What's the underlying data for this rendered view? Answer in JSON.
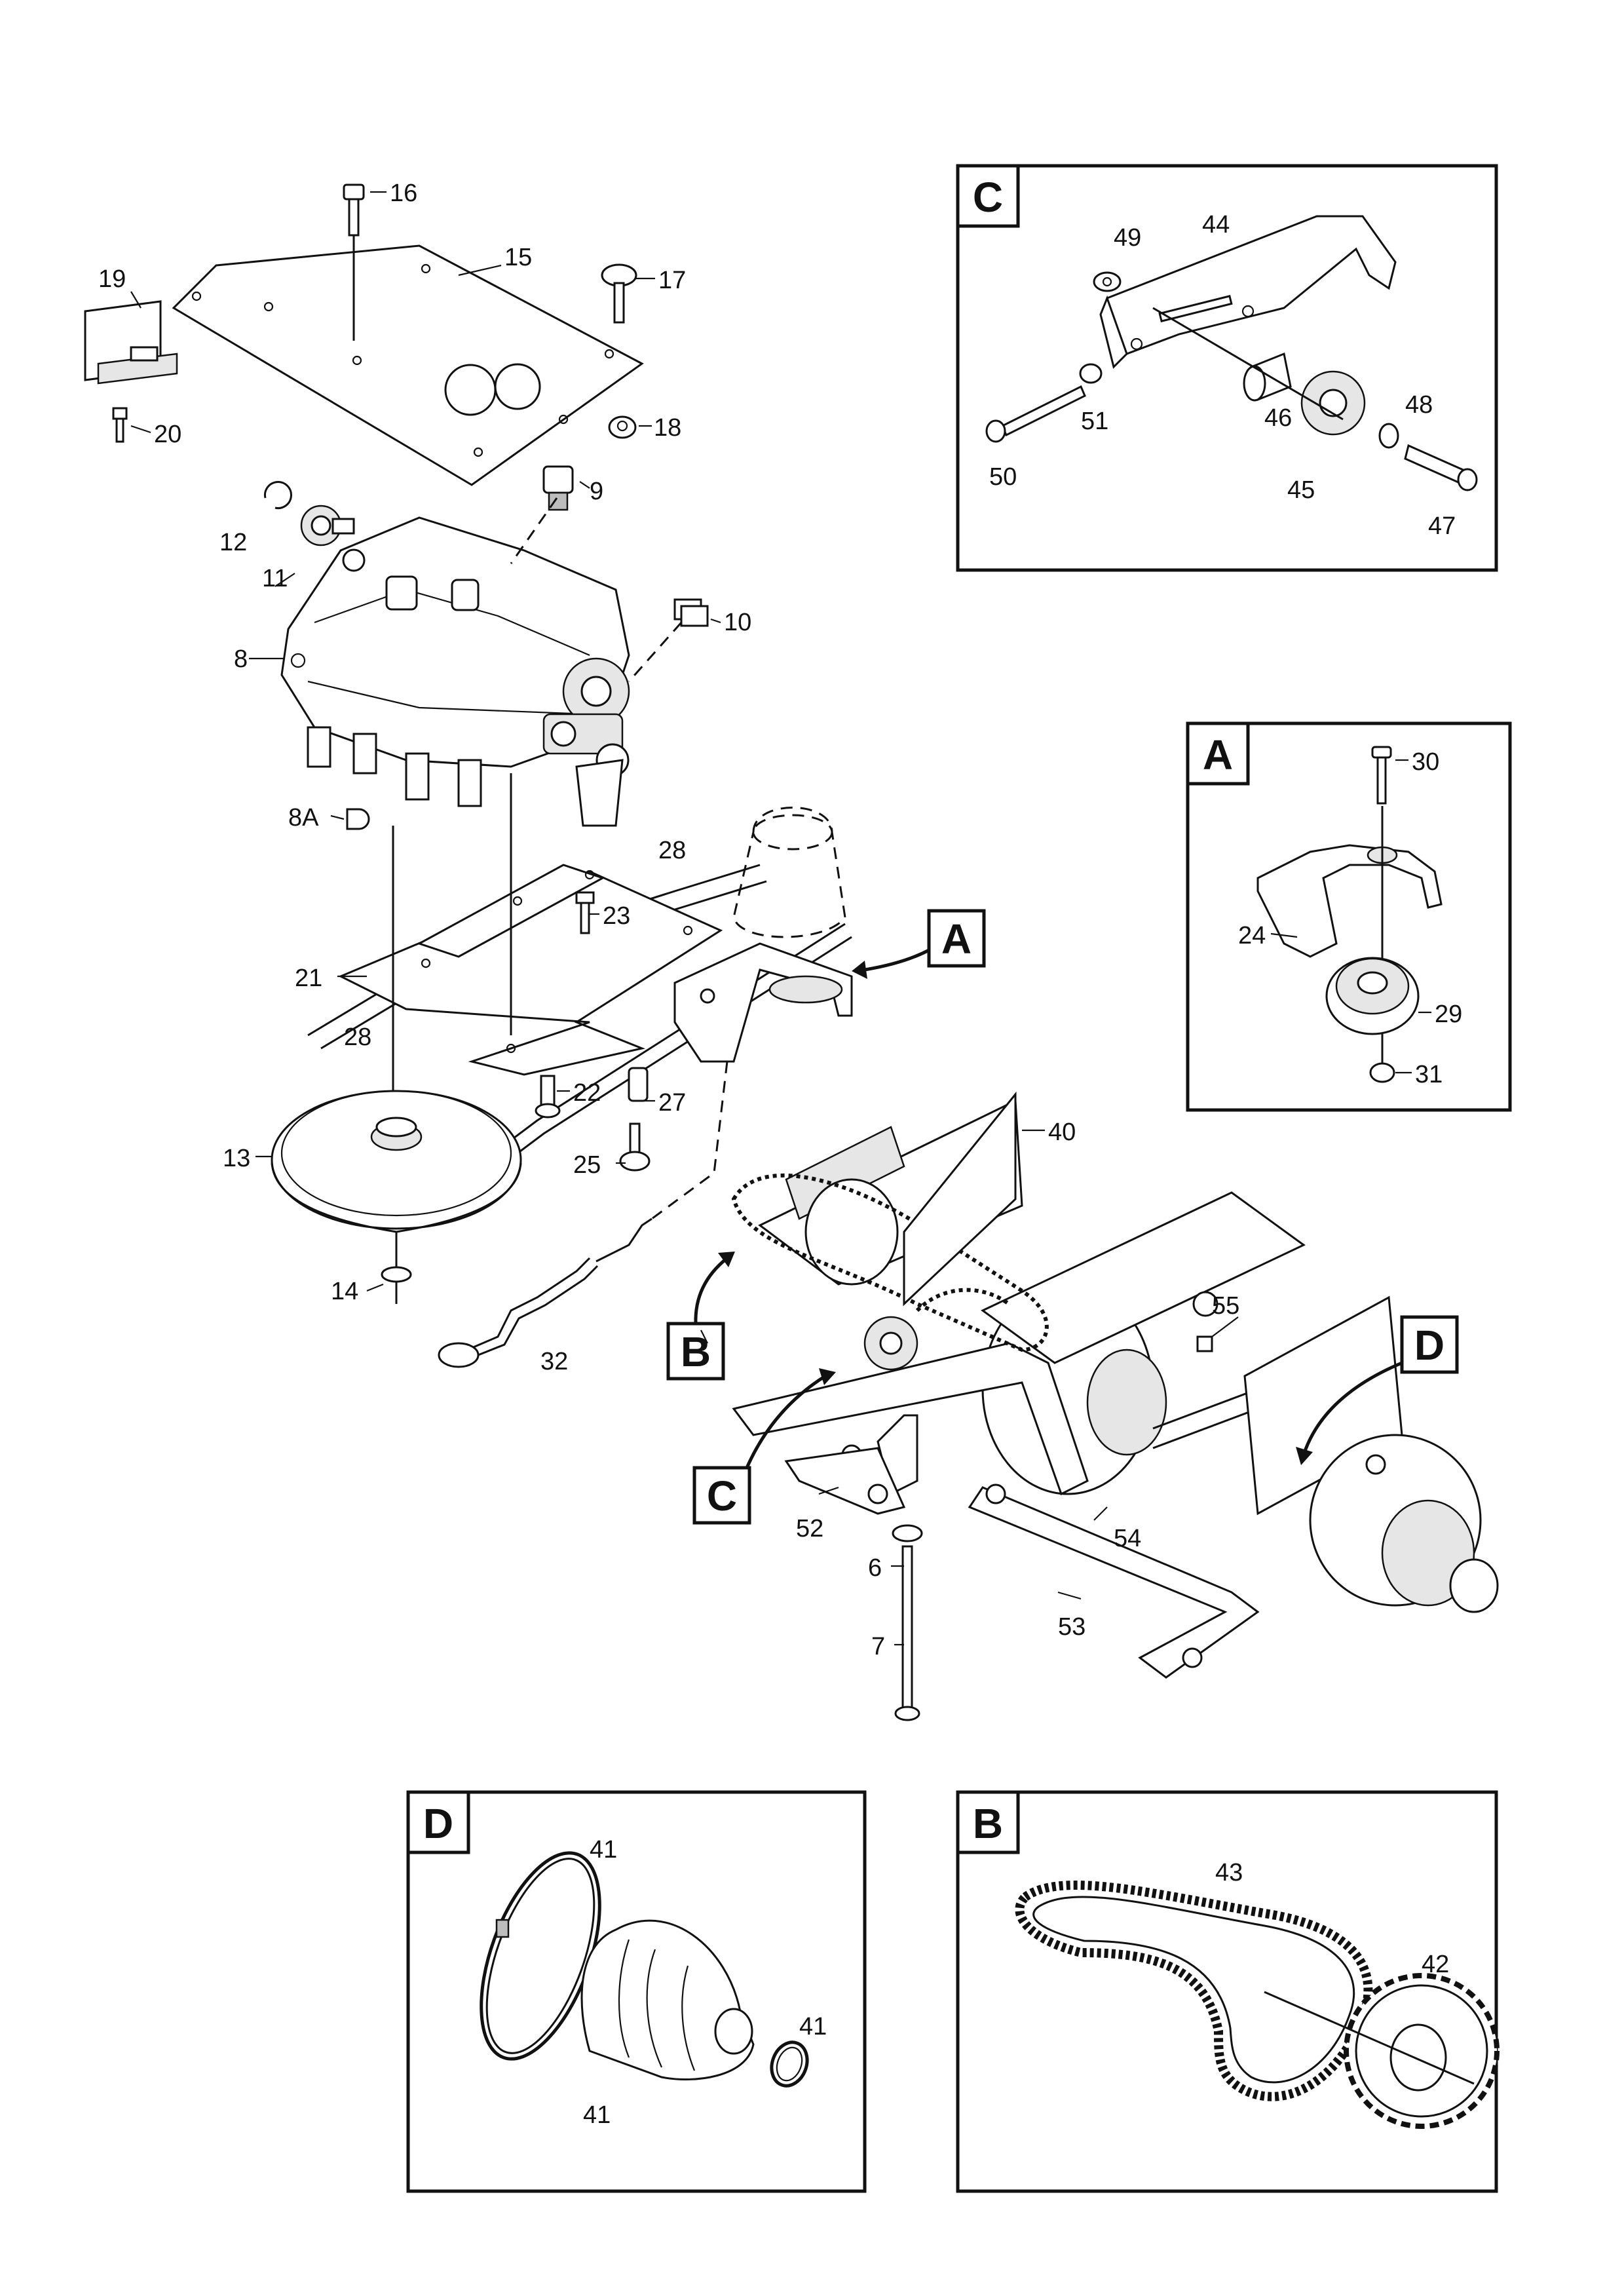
{
  "detail_labels": {
    "A": "A",
    "B": "B",
    "C": "C",
    "D": "D"
  },
  "callouts": {
    "p6": "6",
    "p7": "7",
    "p8": "8",
    "p8A": "8A",
    "p9": "9",
    "p10": "10",
    "p11": "11",
    "p12": "12",
    "p13": "13",
    "p14": "14",
    "p15": "15",
    "p16": "16",
    "p17": "17",
    "p18": "18",
    "p19": "19",
    "p20": "20",
    "p21": "21",
    "p22": "22",
    "p23": "23",
    "p24": "24",
    "p25": "25",
    "p27": "27",
    "p28a": "28",
    "p28b": "28",
    "p29": "29",
    "p30": "30",
    "p31": "31",
    "p32": "32",
    "p40": "40",
    "p41a": "41",
    "p41b": "41",
    "p41c": "41",
    "p42": "42",
    "p43": "43",
    "p44": "44",
    "p45": "45",
    "p46": "46",
    "p47": "47",
    "p48": "48",
    "p49": "49",
    "p50": "50",
    "p51": "51",
    "p52": "52",
    "p53": "53",
    "p54": "54",
    "p55": "55"
  }
}
